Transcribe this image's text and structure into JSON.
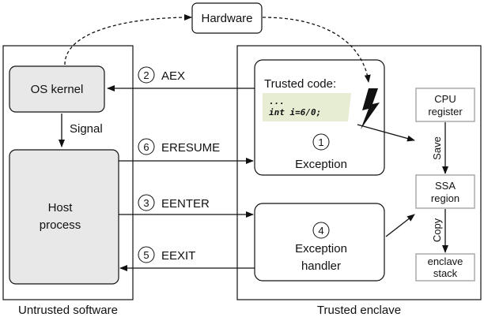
{
  "hardware": "Hardware",
  "os_kernel": "OS kernel",
  "signal": "Signal",
  "host_process": [
    "Host",
    "process"
  ],
  "untrusted_label": "Untrusted software",
  "trusted_label": "Trusted enclave",
  "trusted_code": {
    "title": "Trusted code:",
    "code_lines": [
      "...",
      "int i=6/0;"
    ],
    "step_num": "1",
    "step_label": "Exception"
  },
  "exception_handler": {
    "step_num": "4",
    "lines": [
      "Exception",
      "handler"
    ]
  },
  "arrows": {
    "aex": {
      "num": "2",
      "label": "AEX"
    },
    "eresume": {
      "num": "6",
      "label": "ERESUME"
    },
    "eenter": {
      "num": "3",
      "label": "EENTER"
    },
    "eexit": {
      "num": "5",
      "label": "EEXIT"
    }
  },
  "stack_boxes": {
    "cpu_register": [
      "CPU",
      "register"
    ],
    "ssa_region": [
      "SSA",
      "region"
    ],
    "enclave_stack": [
      "enclave",
      "stack"
    ],
    "save": "Save",
    "copy": "Copy"
  }
}
